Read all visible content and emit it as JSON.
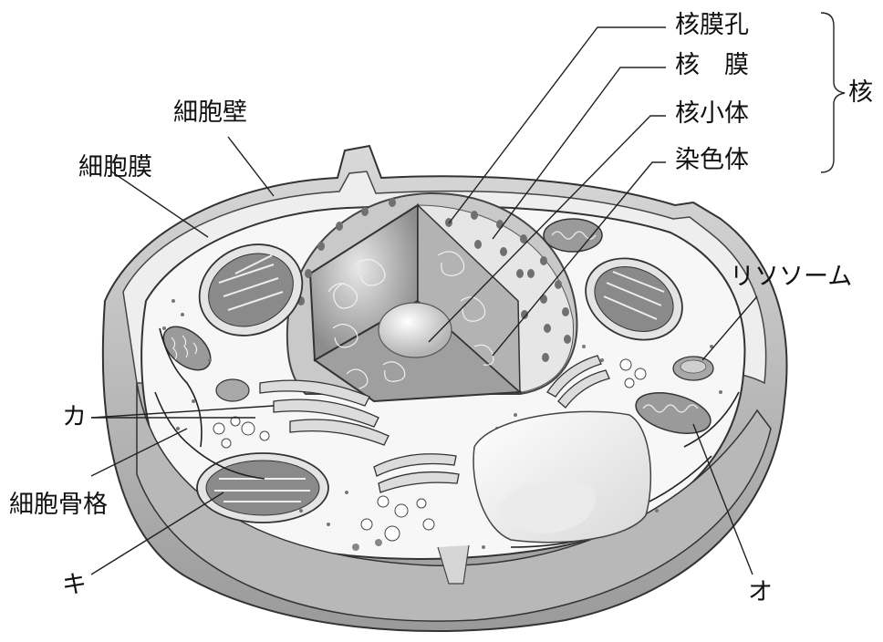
{
  "labels": {
    "nuclear_pore": "核膜孔",
    "nuclear_membrane": "核　膜",
    "nucleolus": "核小体",
    "chromosome": "染色体",
    "nucleus": "核",
    "cell_wall": "細胞壁",
    "cell_membrane": "細胞膜",
    "lysosome": "リソソーム",
    "ka": "カ",
    "cytoskeleton": "細胞骨格",
    "ki": "キ",
    "o": "オ"
  }
}
